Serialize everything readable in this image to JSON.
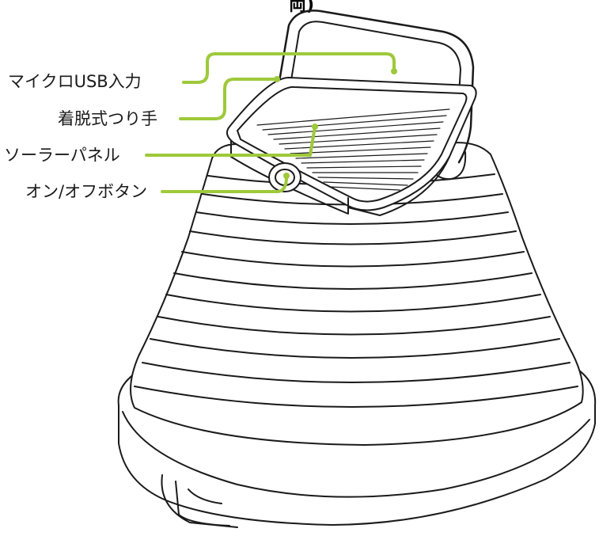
{
  "title_fragment": "両)",
  "labels": {
    "usb": "マイクロUSB入力",
    "handle": "着脱式つり手",
    "solar": "ソーラーパネル",
    "power": "オン/オフボタン"
  },
  "colors": {
    "leader": "#9ec93a",
    "outline": "#1a1a1a"
  }
}
